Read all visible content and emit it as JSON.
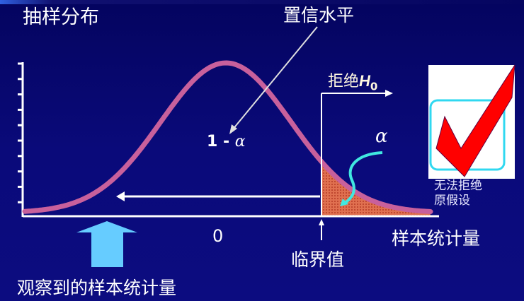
{
  "title": "抽样分布",
  "confidence_label": "置信水平",
  "one_minus_alpha_prefix": "1 - ",
  "alpha_symbol": "α",
  "reject_label": "拒绝",
  "reject_h": "H",
  "reject_sub": "0",
  "fail_reject_line1": "无法拒绝",
  "fail_reject_line2": "原假设",
  "zero_label": "0",
  "critical_label": "临界值",
  "xaxis_label": "样本统计量",
  "observed_label": "观察到的样本统计量",
  "colors": {
    "curve": "#c8609c",
    "rejection_fill": "#e07050",
    "cyan_arrow": "#40e8e0",
    "up_arrow": "#66ccff",
    "check": "#ff0000",
    "box_border": "#30d8f0"
  }
}
